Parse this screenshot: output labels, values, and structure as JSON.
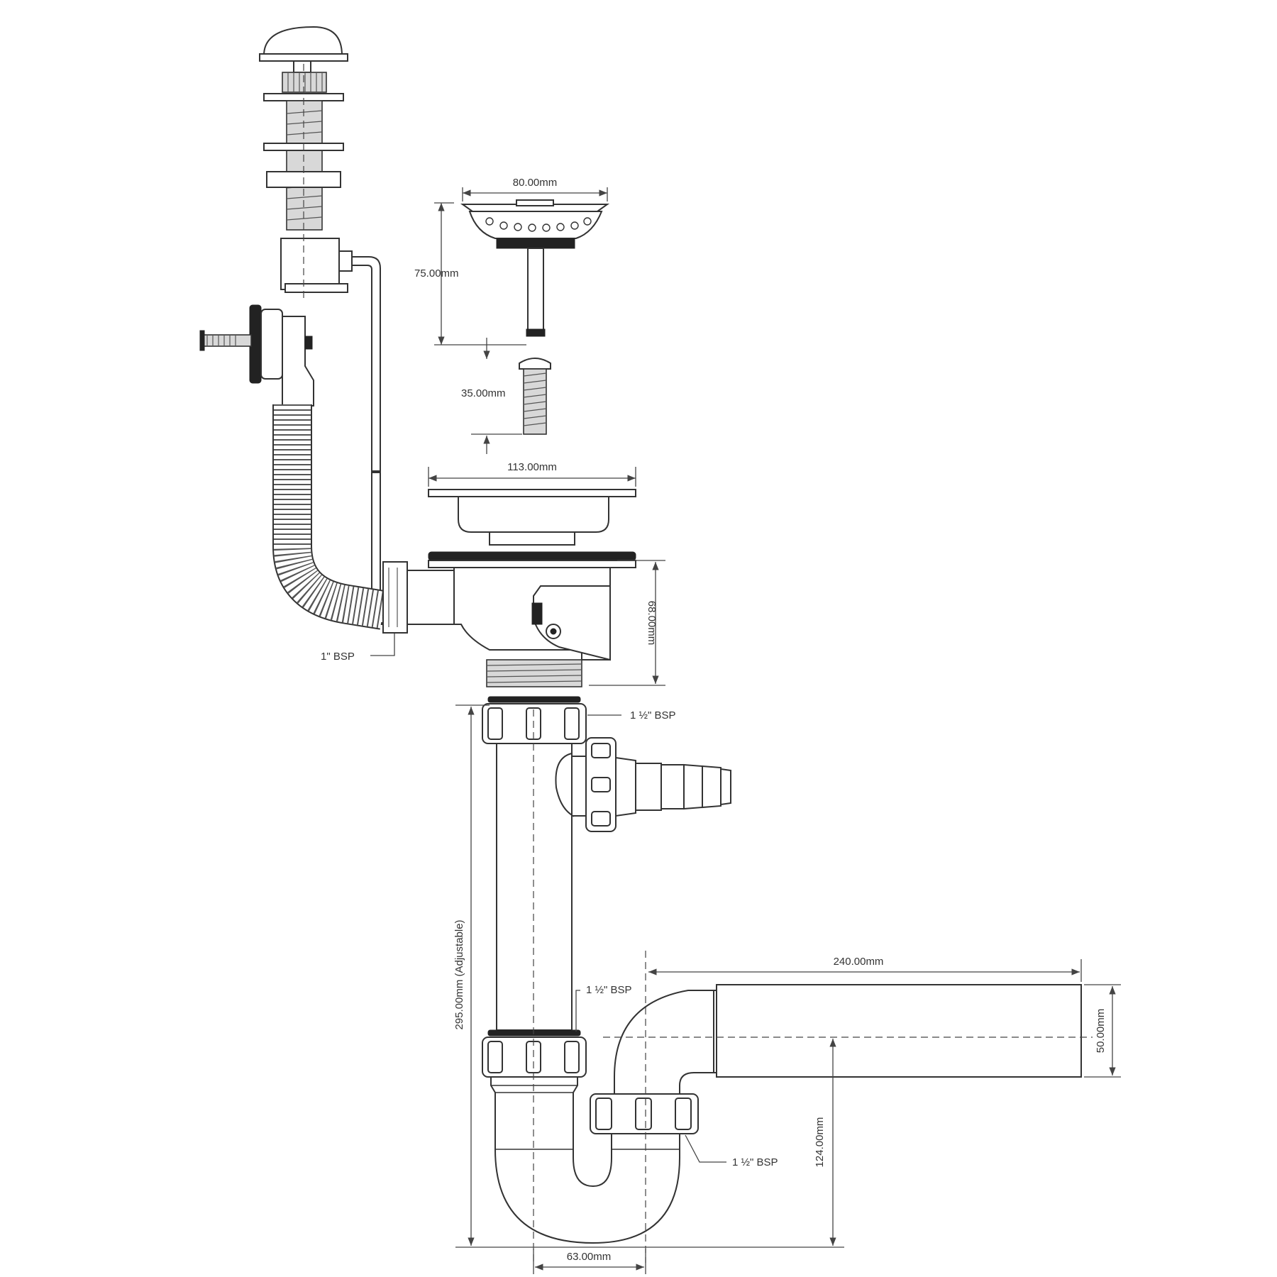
{
  "dimensions": {
    "strainer_diameter": "80.00mm",
    "strainer_height": "75.00mm",
    "screw_length": "35.00mm",
    "flange_diameter": "113.00mm",
    "body_height": "68.00mm",
    "trap_height": "295.00mm (Adjustable)",
    "outlet_length": "240.00mm",
    "outlet_diameter": "50.00mm",
    "outlet_height": "124.00mm",
    "trap_width": "63.00mm"
  },
  "connections": {
    "overflow_bsp": "1\" BSP",
    "top_nut_bsp": "1 ½\" BSP",
    "middle_nut_bsp": "1 ½\" BSP",
    "bottom_nut_bsp": "1 ½\" BSP"
  }
}
